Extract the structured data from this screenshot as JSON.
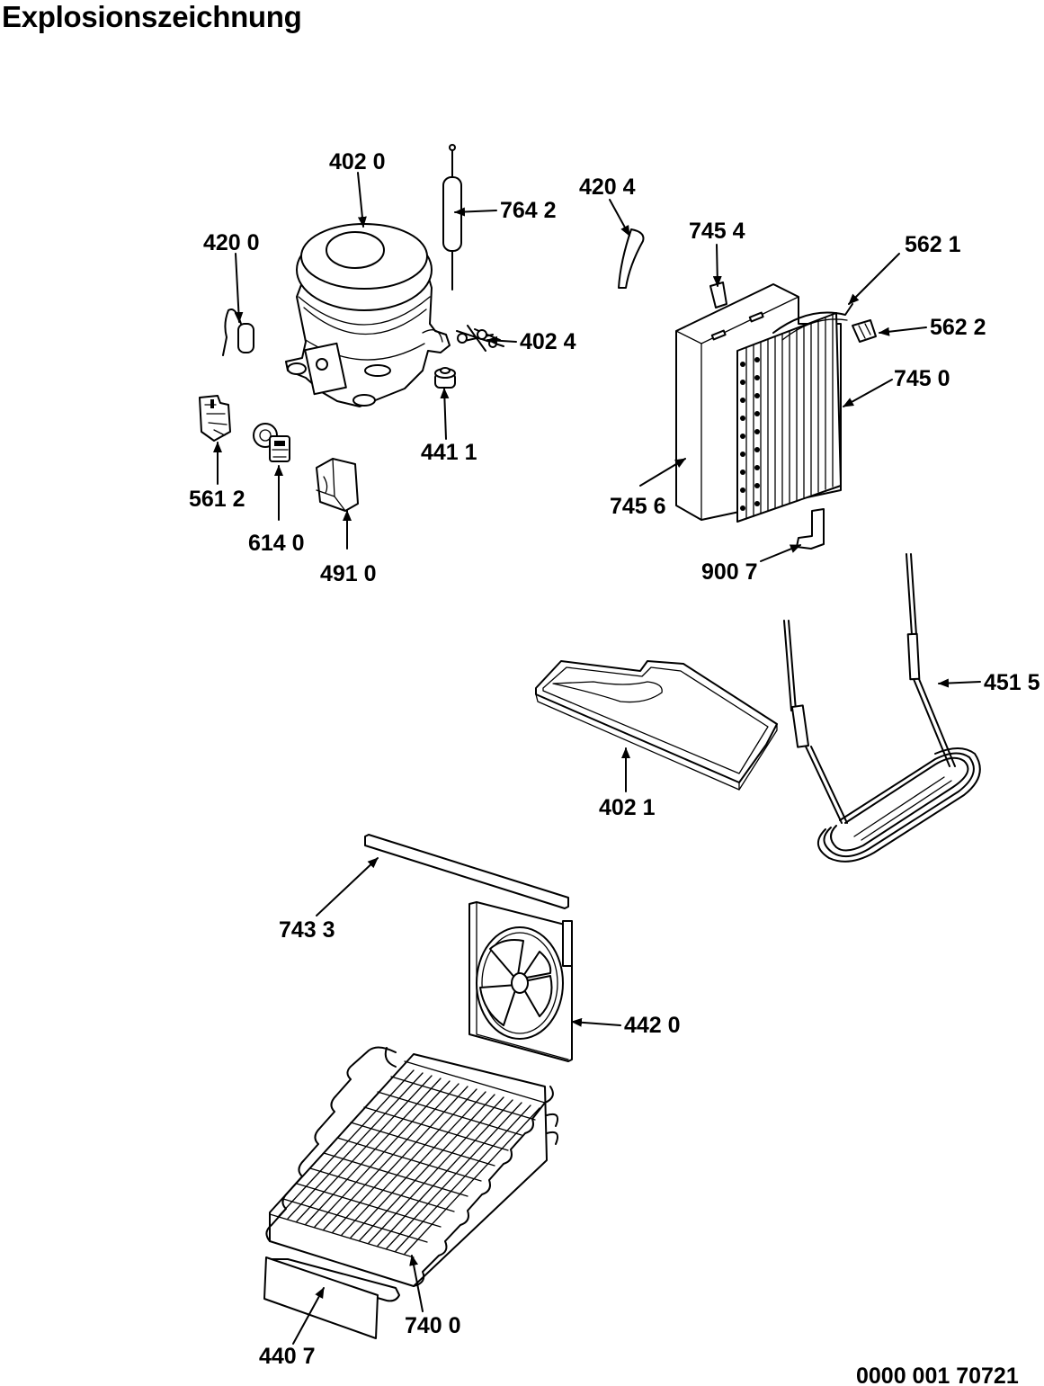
{
  "title": "Explosionszeichnung",
  "document_number": "0000 001 70721",
  "labels": {
    "p4020": "402 0",
    "p7642": "764 2",
    "p4204": "420 4",
    "p7454": "745 4",
    "p5621": "562 1",
    "p4200": "420 0",
    "p4024": "402 4",
    "p5622": "562 2",
    "p7450": "745 0",
    "p4411": "441 1",
    "p5612": "561 2",
    "p7456": "745 6",
    "p6140": "614 0",
    "p4910": "491 0",
    "p9007": "900 7",
    "p4515": "451 5",
    "p4021": "402 1",
    "p7433": "743 3",
    "p4420": "442 0",
    "p7400": "740 0",
    "p4407": "440 7"
  }
}
